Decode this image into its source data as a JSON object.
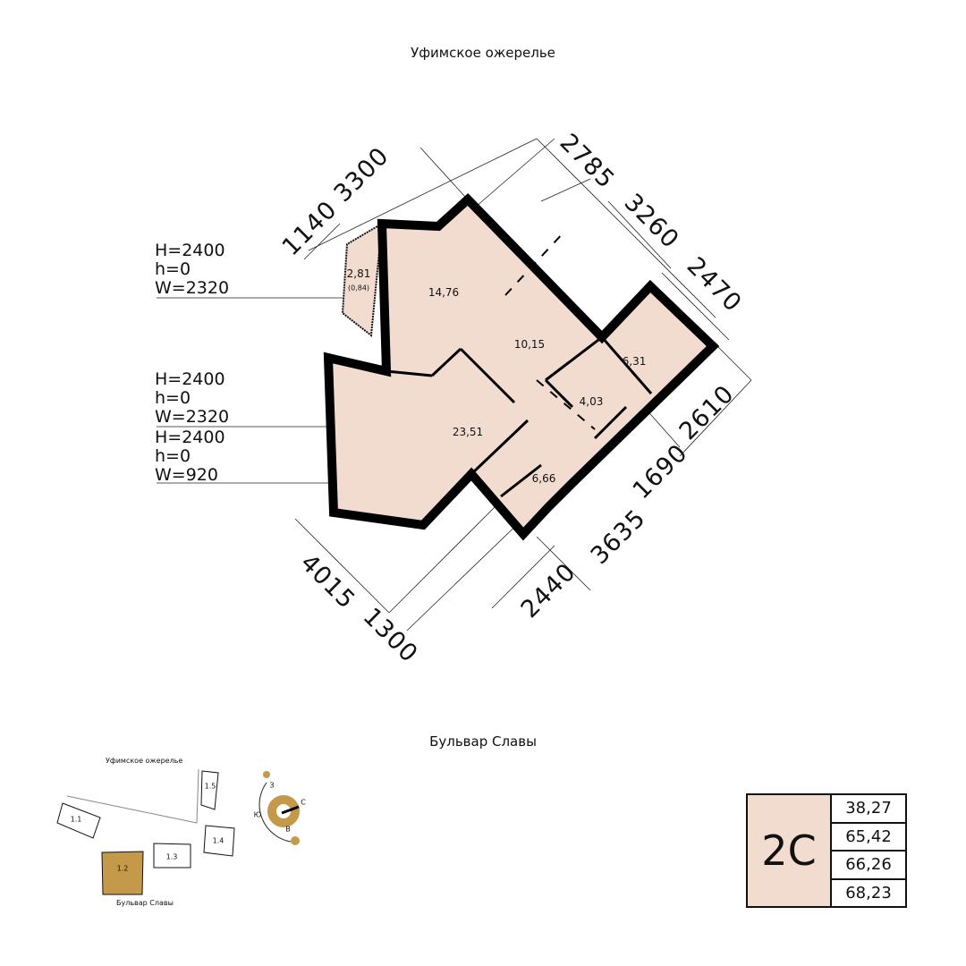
{
  "streets": {
    "top": "Уфимское ожерелье",
    "bottom": "Бульвар Славы"
  },
  "dimensions": [
    "3300",
    "1140",
    "2785",
    "3260",
    "2470",
    "2610",
    "1690",
    "3635",
    "2440",
    "4015",
    "1300"
  ],
  "windows": [
    {
      "H": "H=2400",
      "h": "h=0",
      "W": "W=2320"
    },
    {
      "H": "H=2400",
      "h": "h=0",
      "W": "W=2320"
    },
    {
      "H": "H=2400",
      "h": "h=0",
      "W": "W=920"
    }
  ],
  "rooms": {
    "loggia": "2,81",
    "loggia_sub": "(0,84)",
    "living": "14,76",
    "kitchen": "10,15",
    "bedroom": "23,51",
    "hall": "6,66",
    "closet": "4,03",
    "bath": "6,31"
  },
  "site": {
    "street_top": "Уфимское ожерелье",
    "street_bottom": "Бульвар Славы",
    "buildings": [
      "1.1",
      "1.2",
      "1.3",
      "1.4",
      "1.5"
    ],
    "compass": {
      "n": "С",
      "s": "Ю",
      "w": "З",
      "e": "В"
    }
  },
  "summary": {
    "type": "2С",
    "areas": [
      "38,27",
      "65,42",
      "66,26",
      "68,23"
    ]
  },
  "colors": {
    "room": "#f2dccf",
    "accent": "#c49a4a"
  }
}
